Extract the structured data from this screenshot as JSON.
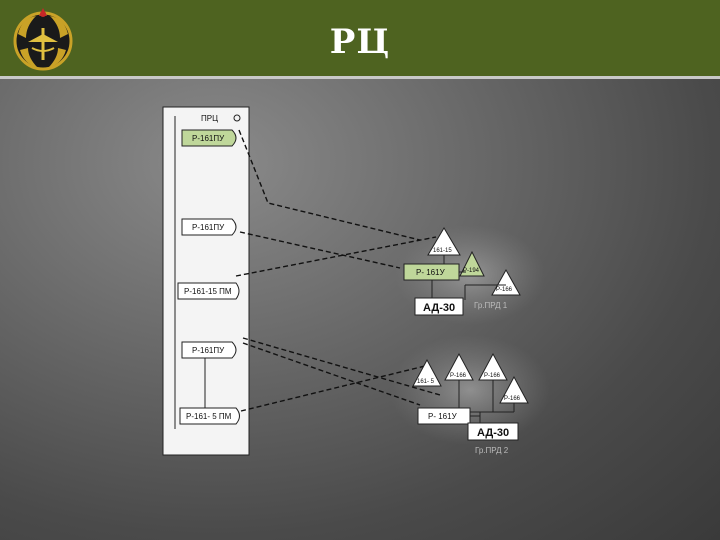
{
  "header": {
    "title": "РЦ"
  },
  "diagram": {
    "prc_label": "ПРЦ",
    "prc_units": [
      "Р-161ПУ",
      "Р-161ПУ",
      "Р-161-15 ПМ",
      "Р-161ПУ",
      "Р-161- 5 ПМ"
    ],
    "group1": {
      "caption": "Гр.ПРД 1",
      "station": "Р- 161У",
      "generator": "АД-30",
      "antennas": [
        "161-15",
        "Р-194",
        "Р-166"
      ]
    },
    "group2": {
      "caption": "Гр.ПРД 2",
      "station": "Р- 161У",
      "generator": "АД-30",
      "antennas": [
        "161- 5",
        "Р-166",
        "Р-166",
        "Р-166"
      ]
    }
  },
  "colors": {
    "header": "#4e6320",
    "highlight": "#bfd79a"
  }
}
